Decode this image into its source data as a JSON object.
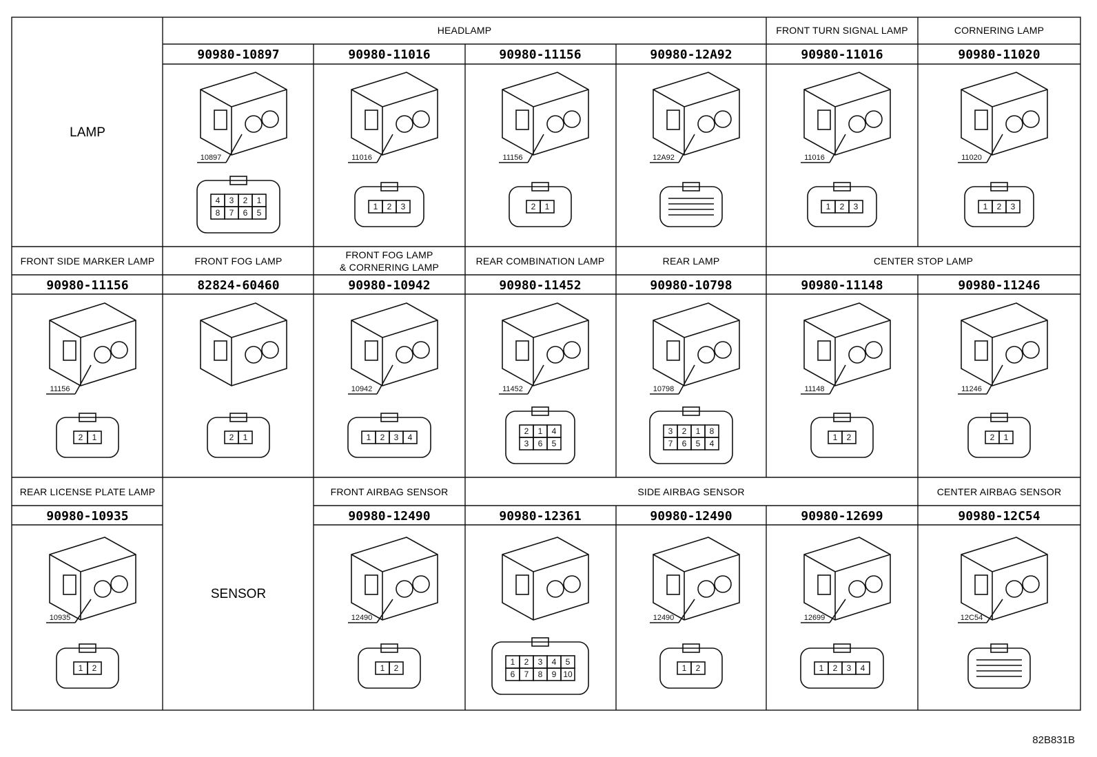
{
  "row1": {
    "side_label": "LAMP",
    "groups": [
      "HEADLAMP",
      "FRONT TURN SIGNAL LAMP",
      "CORNERING LAMP"
    ],
    "cells": [
      {
        "part": "90980-10897",
        "tag": "10897",
        "pins": [
          "4",
          "3",
          "2",
          "1",
          "8",
          "7",
          "6",
          "5"
        ]
      },
      {
        "part": "90980-11016",
        "tag": "11016",
        "pins": [
          "1",
          "2",
          "3"
        ]
      },
      {
        "part": "90980-11156",
        "tag": "11156",
        "pins": [
          "2",
          "1"
        ]
      },
      {
        "part": "90980-12A92",
        "tag": "12A92",
        "pins": []
      },
      {
        "part": "90980-11016",
        "tag": "11016",
        "pins": [
          "1",
          "2",
          "3"
        ]
      },
      {
        "part": "90980-11020",
        "tag": "11020",
        "pins": [
          "1",
          "2",
          "3"
        ]
      }
    ]
  },
  "row2": {
    "headers": [
      "FRONT SIDE MARKER LAMP",
      "FRONT FOG LAMP",
      "FRONT FOG LAMP",
      "& CORNERING LAMP",
      "REAR COMBINATION LAMP",
      "REAR LAMP",
      "CENTER STOP LAMP"
    ],
    "cells": [
      {
        "part": "90980-11156",
        "tag": "11156",
        "pins": [
          "2",
          "1"
        ]
      },
      {
        "part": "82824-60460",
        "tag": "",
        "pins": [
          "2",
          "1"
        ]
      },
      {
        "part": "90980-10942",
        "tag": "10942",
        "pins": [
          "1",
          "2",
          "3",
          "4"
        ]
      },
      {
        "part": "90980-11452",
        "tag": "11452",
        "pins": [
          "2",
          "1",
          "4",
          "3",
          "6",
          "5"
        ]
      },
      {
        "part": "90980-10798",
        "tag": "10798",
        "pins": [
          "3",
          "2",
          "1",
          "8",
          "7",
          "6",
          "5",
          "4"
        ]
      },
      {
        "part": "90980-11148",
        "tag": "11148",
        "pins": [
          "1",
          "2"
        ]
      },
      {
        "part": "90980-11246",
        "tag": "11246",
        "pins": [
          "2",
          "1"
        ]
      }
    ]
  },
  "row3": {
    "headers": [
      "REAR LICENSE PLATE LAMP",
      "FRONT AIRBAG SENSOR",
      "SIDE AIRBAG SENSOR",
      "CENTER AIRBAG SENSOR"
    ],
    "side_label": "SENSOR",
    "cells": [
      {
        "part": "90980-10935",
        "tag": "10935",
        "pins": [
          "1",
          "2"
        ]
      },
      {
        "part": "90980-12490",
        "tag": "12490",
        "pins": [
          "1",
          "2"
        ]
      },
      {
        "part": "90980-12361",
        "tag": "",
        "pins": [
          "1",
          "2",
          "3",
          "4",
          "5",
          "6",
          "7",
          "8",
          "9",
          "10"
        ]
      },
      {
        "part": "90980-12490",
        "tag": "12490",
        "pins": [
          "1",
          "2"
        ]
      },
      {
        "part": "90980-12699",
        "tag": "12699",
        "pins": [
          "1",
          "2",
          "3",
          "4"
        ]
      },
      {
        "part": "90980-12C54",
        "tag": "12C54",
        "pins": []
      }
    ]
  },
  "diagram_id": "82B831B"
}
